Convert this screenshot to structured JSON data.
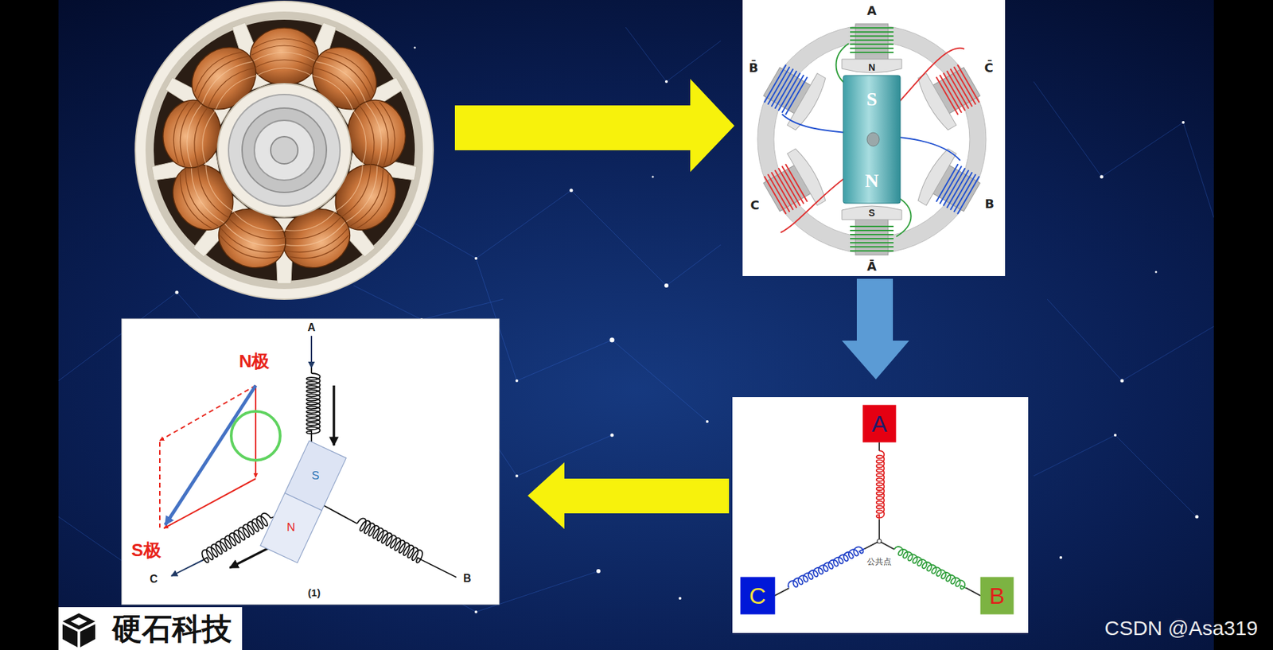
{
  "diagram": {
    "nodes": [
      {
        "text": [
          "A"
        ]
      },
      {
        "text": [
          "C"
        ]
      },
      {
        "text": [
          "B"
        ]
      }
    ],
    "edges": [
      {
        "from": 0,
        "to": 1,
        "arrow": "none"
      },
      {
        "from": 0,
        "to": 2,
        "arrow": "none"
      },
      {
        "from": 1,
        "to": 2,
        "arrow": "none"
      }
    ],
    "labels": [
      "A",
      "N",
      "B̄",
      "C̄",
      "S",
      "N",
      "C",
      "B",
      "S",
      "Ā",
      "公共点",
      "A",
      "N极",
      "S",
      "N",
      "S极",
      "C",
      "B",
      "(1)",
      "硬石科技",
      "CSDN @Asa319"
    ]
  }
}
